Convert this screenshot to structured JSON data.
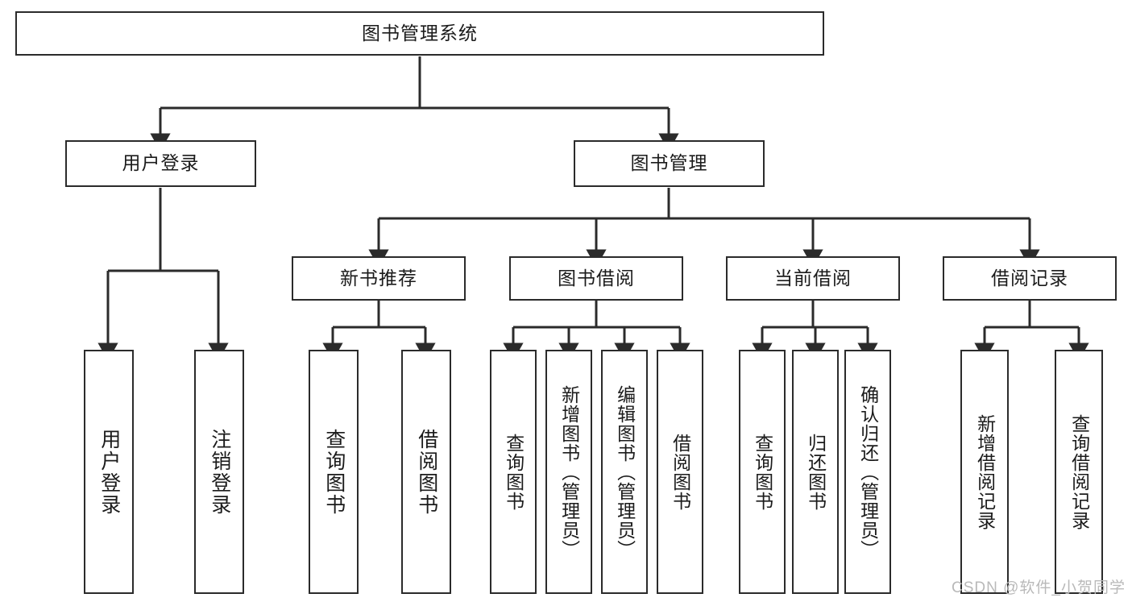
{
  "diagram": {
    "title": "图书管理系统",
    "watermark": "CSDN @软件_小贺同学",
    "root": {
      "label": "图书管理系统"
    },
    "level2": [
      {
        "label": "用户登录"
      },
      {
        "label": "图书管理"
      }
    ],
    "level3": [
      {
        "label": "新书推荐"
      },
      {
        "label": "图书借阅"
      },
      {
        "label": "当前借阅"
      },
      {
        "label": "借阅记录"
      }
    ],
    "leaves": {
      "user_login": [
        {
          "label": "用户登录"
        },
        {
          "label": "注销登录"
        }
      ],
      "new_book": [
        {
          "label": "查询图书"
        },
        {
          "label": "借阅图书"
        }
      ],
      "borrow": [
        {
          "label": "查询图书"
        },
        {
          "label": "新增图书（管理员）"
        },
        {
          "label": "编辑图书（管理员）"
        },
        {
          "label": "借阅图书"
        }
      ],
      "current": [
        {
          "label": "查询图书"
        },
        {
          "label": "归还图书"
        },
        {
          "label": "确认归还（管理员）"
        }
      ],
      "records": [
        {
          "label": "新增借阅记录"
        },
        {
          "label": "查询借阅记录"
        }
      ]
    },
    "colors": {
      "stroke": "#2b2b2b",
      "fill": "#ffffff",
      "text": "#1b1b1b",
      "watermark": "#b9b9b9"
    }
  }
}
